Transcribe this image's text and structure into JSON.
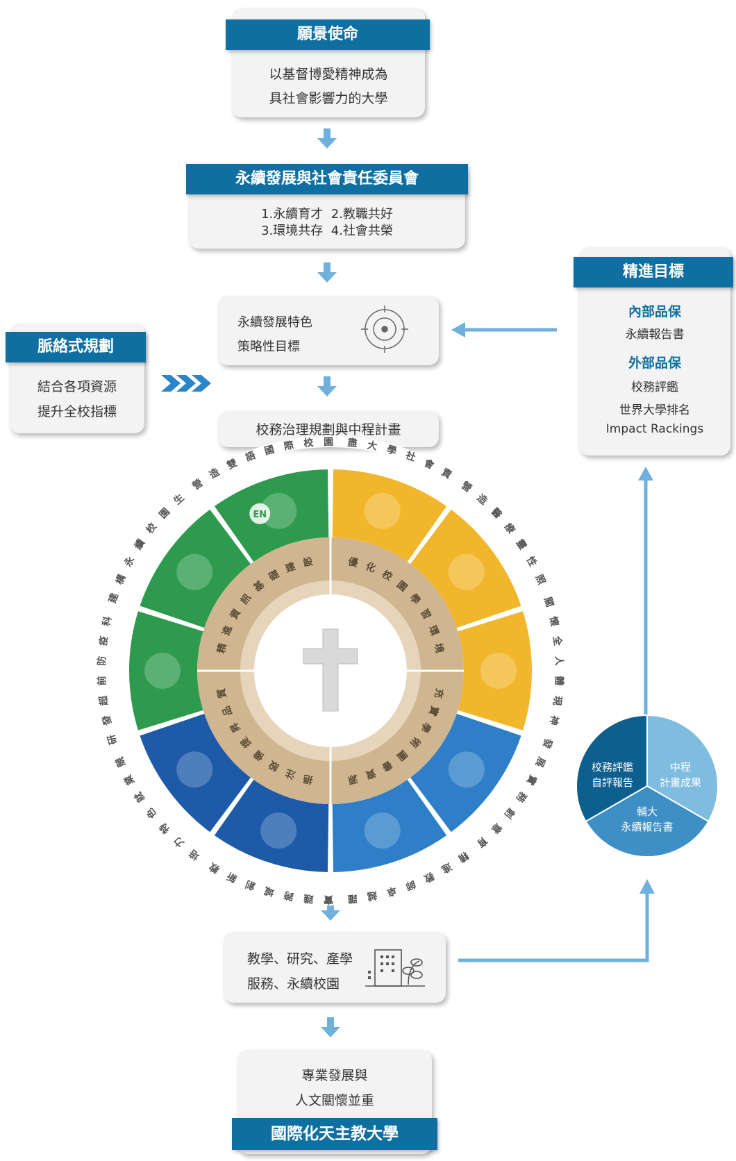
{
  "vision": {
    "title": "願景使命",
    "lines": [
      "以基督博愛精神成為",
      "具社會影響力的大學"
    ]
  },
  "committee": {
    "title": "永續發展與社會責任委員會",
    "lines": [
      "1.永續育才  2.教職共好",
      "3.環境共存  4.社會共榮"
    ]
  },
  "strategy": {
    "lines": [
      "永續發展特色",
      "策略性目標"
    ]
  },
  "governance": {
    "text": "校務治理規劃與中程計畫"
  },
  "context": {
    "title": "脈絡式規劃",
    "lines": [
      "結合各項資源",
      "提升全校指標"
    ]
  },
  "improve": {
    "title": "精進目標",
    "internal_title": "內部品保",
    "internal_items": [
      "永續報告書"
    ],
    "external_title": "外部品保",
    "external_items": [
      "校務評鑑",
      "世界大學排名",
      "Impact Rackings"
    ]
  },
  "wheel": {
    "outer_labels": [
      "善盡大學社會責任",
      "營造醫療靈性照護",
      "關懷全人體現神聖",
      "發展實務創意育才",
      "精進教師卓越躍升",
      "實踐跨域創新教育",
      "培力特色就業競合",
      "研發超前防疫科技",
      "建構永續校園生活",
      "營造雙語國際校園"
    ],
    "inner_labels": [
      "優化校園學習環境",
      "充實學術圖書資源",
      "挹注設備提昇品質",
      "精進資訊基礎建設"
    ],
    "en_badge": "EN",
    "colors": {
      "yellow": "#f2b62c",
      "blue": "#2e7fc8",
      "navy": "#1d5aa8",
      "green": "#2e9a4e",
      "beige": "#cfb590",
      "beige_light": "#e6d5bb"
    }
  },
  "outcomes": {
    "lines": [
      "教學、研究、產學",
      "服務、永續校園"
    ]
  },
  "pie": {
    "slices": [
      {
        "label": "校務評鑑\n自評報告",
        "lines": [
          "校務評鑑",
          "自評報告"
        ],
        "color": "#0d5f8d"
      },
      {
        "label": "中程\n計畫成果",
        "lines": [
          "中程",
          "計畫成果"
        ],
        "color": "#7fbde0"
      },
      {
        "label": "輔大\n永續報告書",
        "lines": [
          "輔大",
          "永續報告書"
        ],
        "color": "#3d8fc6"
      }
    ]
  },
  "final": {
    "lines": [
      "專業發展與",
      "人文關懷並重"
    ],
    "title": "國際化天主教大學"
  },
  "icons": {
    "target": "target-icon",
    "building": "building-plant-icon",
    "cross": "cross-icon",
    "chevrons": "chevron-right-icon"
  }
}
